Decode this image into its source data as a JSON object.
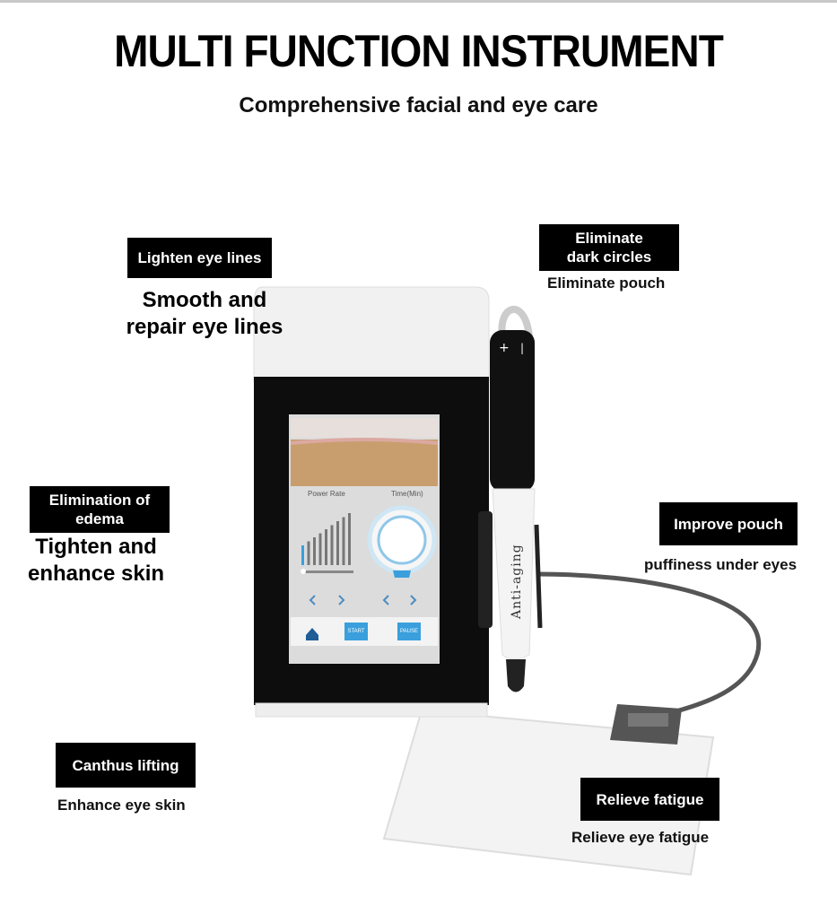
{
  "title": "MULTI FUNCTION INSTRUMENT",
  "subtitle": "Comprehensive facial and eye care",
  "features": [
    {
      "tag": "Lighten eye lines",
      "desc": "Smooth and repair eye lines"
    },
    {
      "tag": "Eliminate dark circles",
      "desc": "Eliminate pouch"
    },
    {
      "tag": "Elimination of edema",
      "desc": "Tighten and enhance skin"
    },
    {
      "tag": "Improve pouch",
      "desc": "puffiness under eyes"
    },
    {
      "tag": "Canthus lifting",
      "desc": "Enhance eye skin"
    },
    {
      "tag": "Relieve fatigue",
      "desc": "Relieve eye fatigue"
    }
  ],
  "device": {
    "screen": {
      "power_label": "Power Rate",
      "time_label": "Time(Min)",
      "start_label": "START",
      "pause_label": "PAUSE",
      "power_level": 1,
      "power_levels": 9
    },
    "handpiece_label": "Anti-aging",
    "accent": "#3a9fdc"
  }
}
